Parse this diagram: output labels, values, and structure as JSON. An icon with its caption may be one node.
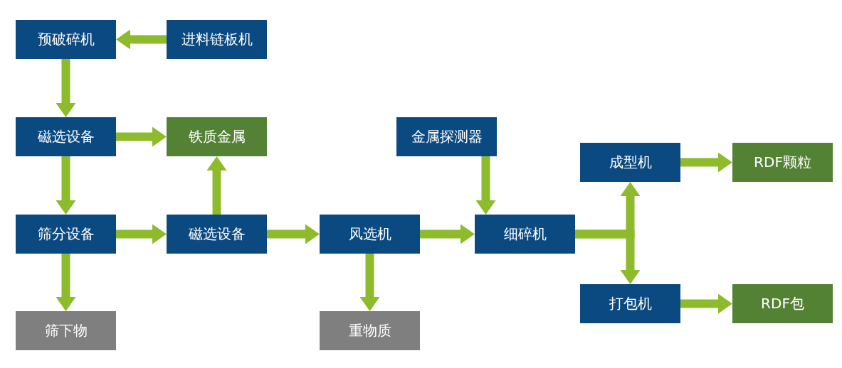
{
  "diagram": {
    "nodes": [
      {
        "text": [
          "预破碎机"
        ]
      },
      {
        "text": [
          "进料链板机"
        ]
      },
      {
        "text": [
          "磁选设备"
        ]
      },
      {
        "text": [
          "铁质金属"
        ]
      },
      {
        "text": [
          "金属探测器"
        ]
      },
      {
        "text": [
          "成型机"
        ]
      },
      {
        "text": [
          "RDF颗粒"
        ]
      },
      {
        "text": [
          "筛分设备"
        ]
      },
      {
        "text": [
          "磁选设备"
        ]
      },
      {
        "text": [
          "风选机"
        ]
      },
      {
        "text": [
          "细碎机"
        ]
      },
      {
        "text": [
          "筛下物"
        ]
      },
      {
        "text": [
          "重物质"
        ]
      },
      {
        "text": [
          "打包机"
        ]
      },
      {
        "text": [
          "RDF包"
        ]
      }
    ],
    "edges": [
      {
        "from": 1,
        "to": 0,
        "arrow": "to"
      },
      {
        "from": 0,
        "to": 2,
        "arrow": "to"
      },
      {
        "from": 2,
        "to": 3,
        "arrow": "to"
      },
      {
        "from": 2,
        "to": 7,
        "arrow": "to"
      },
      {
        "from": 8,
        "to": 3,
        "arrow": "to"
      },
      {
        "from": 7,
        "to": 8,
        "arrow": "to"
      },
      {
        "from": 7,
        "to": 11,
        "arrow": "to"
      },
      {
        "from": 8,
        "to": 9,
        "arrow": "to"
      },
      {
        "from": 9,
        "to": 12,
        "arrow": "to"
      },
      {
        "from": 9,
        "to": 10,
        "arrow": "to"
      },
      {
        "from": 4,
        "to": 10,
        "arrow": "to"
      },
      {
        "from": 10,
        "to": 5,
        "arrow": "to"
      },
      {
        "from": 10,
        "to": 13,
        "arrow": "to"
      },
      {
        "from": 5,
        "to": 6,
        "arrow": "to"
      },
      {
        "from": 13,
        "to": 14,
        "arrow": "to"
      }
    ]
  }
}
